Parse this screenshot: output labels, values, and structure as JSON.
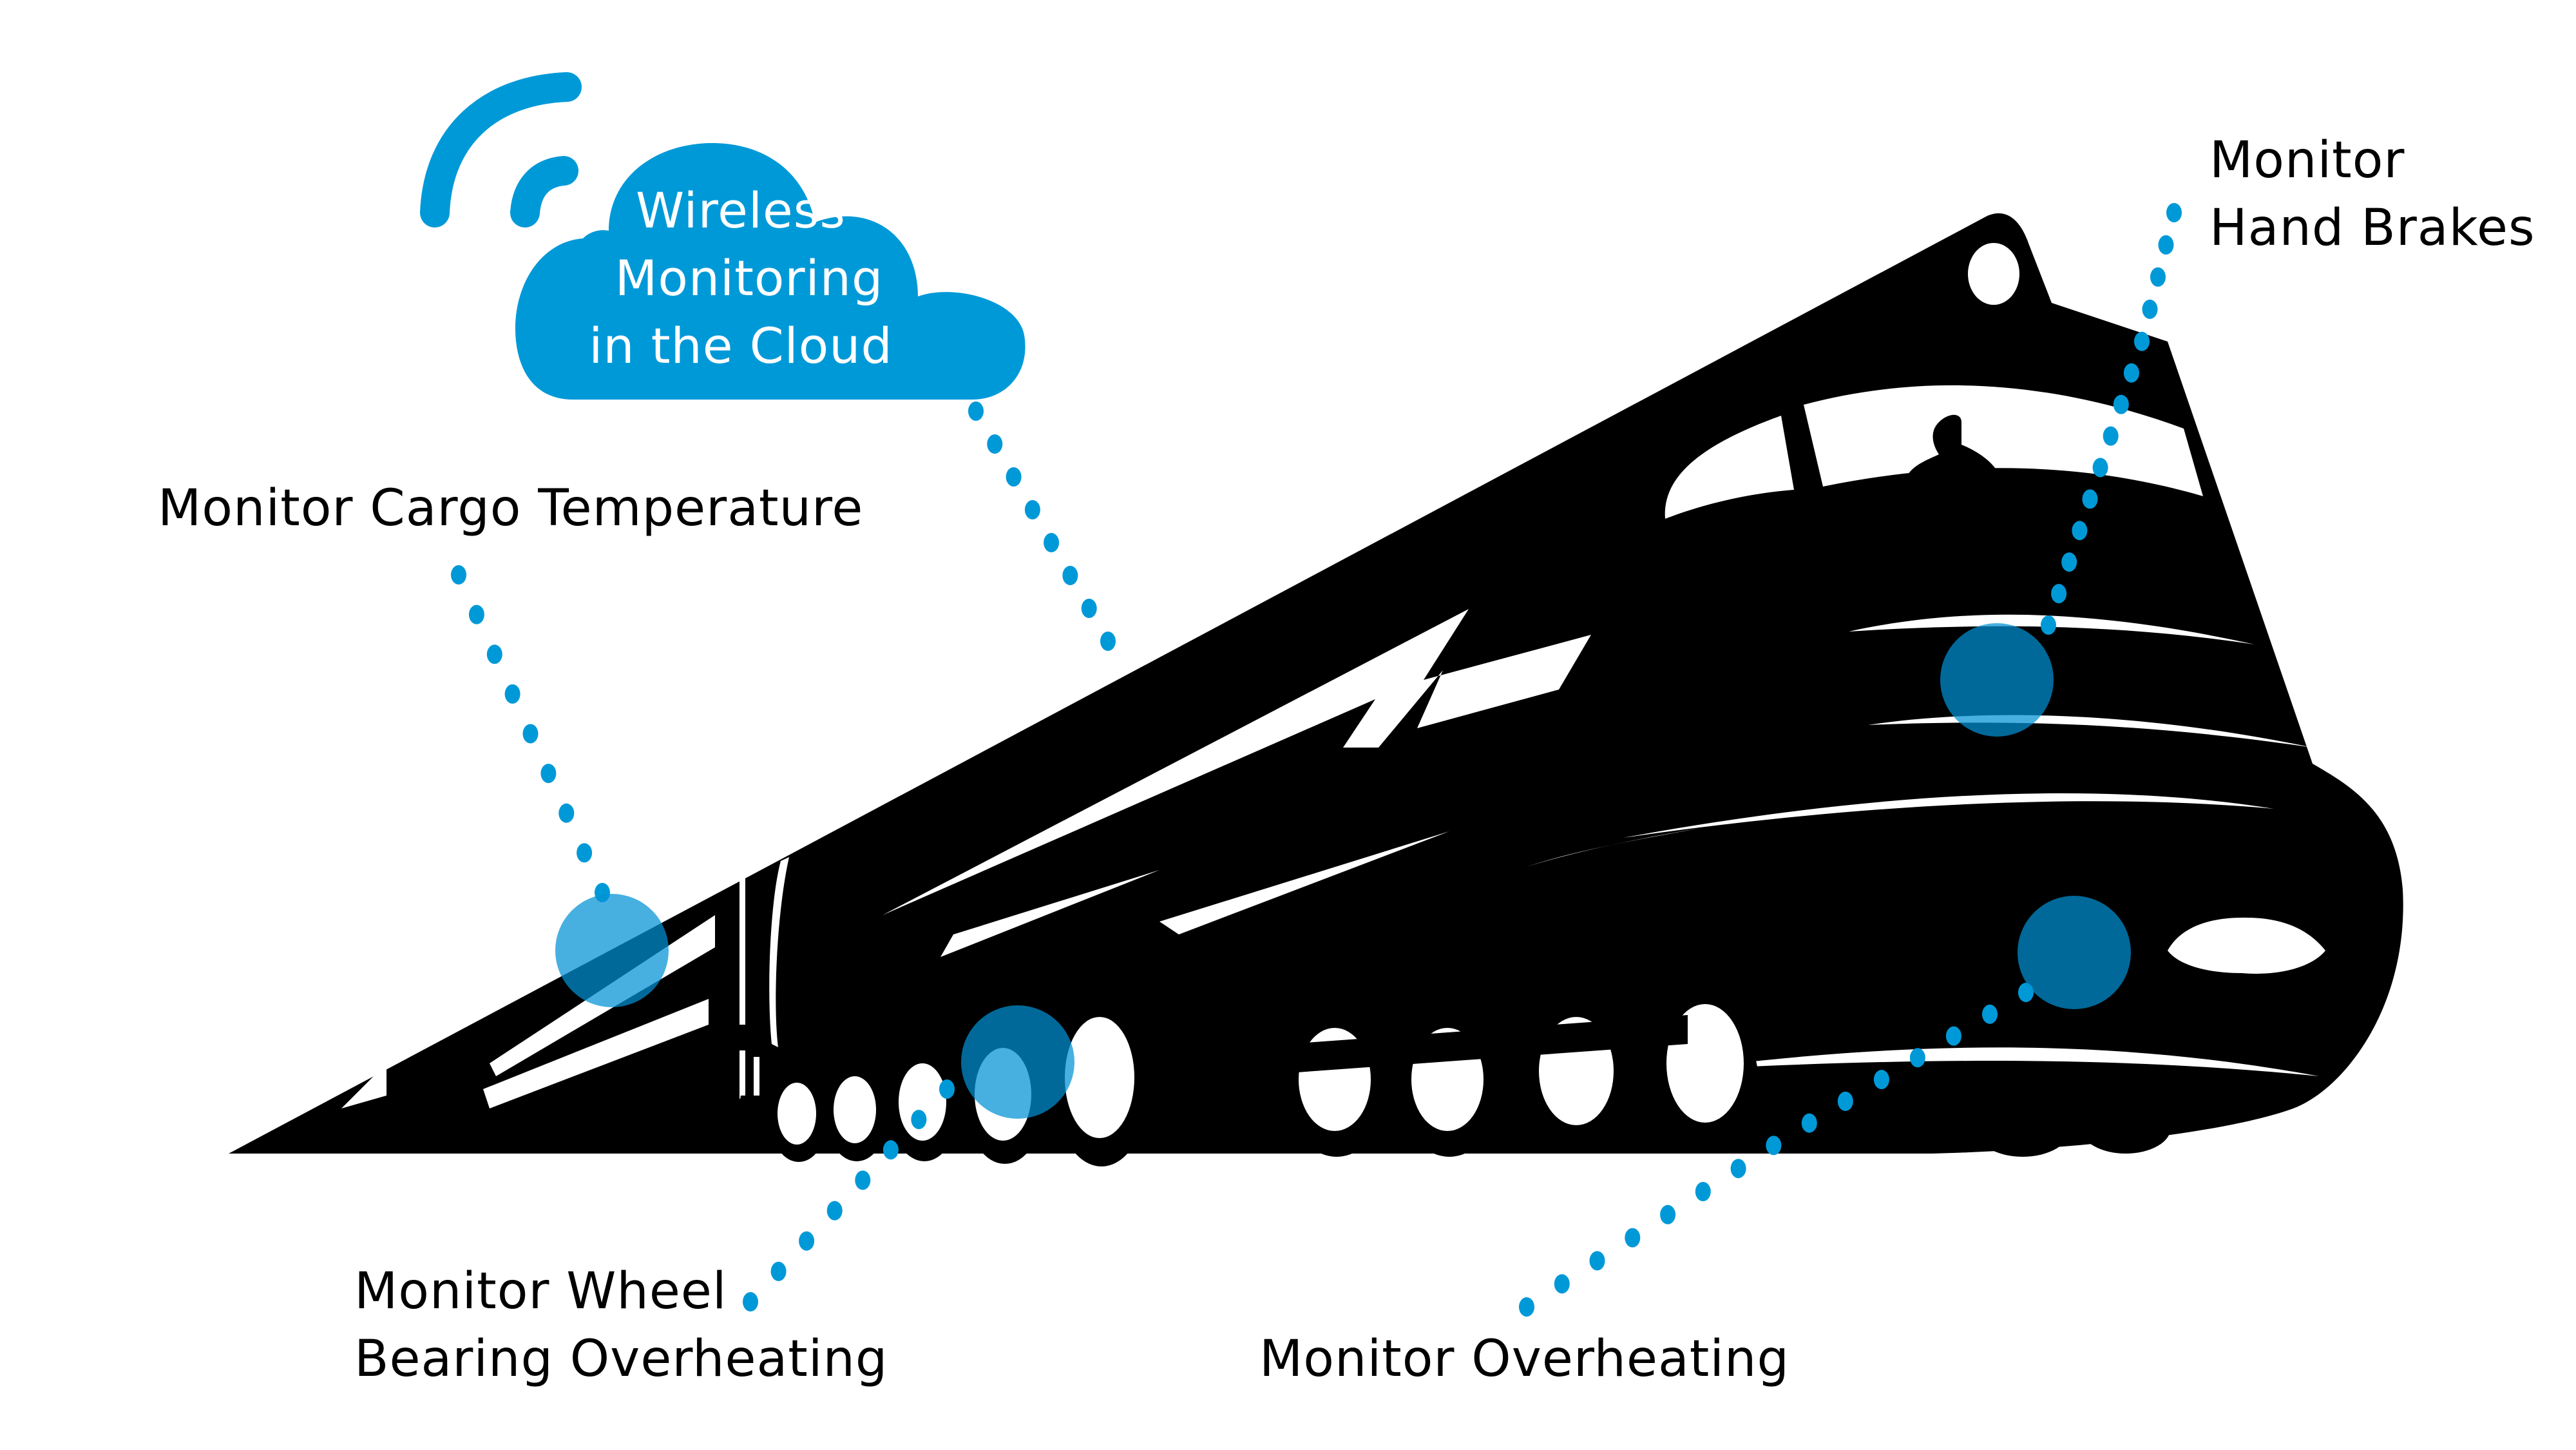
{
  "colors": {
    "accent": "#0099d8",
    "hotspot": "#0091d4",
    "train": "#000000",
    "background": "#ffffff",
    "label_text": "#000000",
    "cloud_text": "#ffffff"
  },
  "cloud": {
    "icon": "cloud-icon",
    "signal_icon": "wifi-signal-icon",
    "lines": [
      "Wireless",
      "Monitoring",
      "in the Cloud"
    ]
  },
  "illustration": {
    "subject": "train-locomotive-silhouette"
  },
  "callouts": [
    {
      "id": "cargo-temperature",
      "lines": [
        "Monitor Cargo Temperature"
      ],
      "hotspot_icon": "sensor-hotspot-icon"
    },
    {
      "id": "hand-brakes",
      "lines": [
        "Monitor",
        "Hand Brakes"
      ],
      "hotspot_icon": "sensor-hotspot-icon"
    },
    {
      "id": "wheel-bearing",
      "lines": [
        "Monitor Wheel",
        "Bearing Overheating"
      ],
      "hotspot_icon": "sensor-hotspot-icon"
    },
    {
      "id": "overheating",
      "lines": [
        "Monitor Overheating"
      ],
      "hotspot_icon": "sensor-hotspot-icon"
    }
  ]
}
